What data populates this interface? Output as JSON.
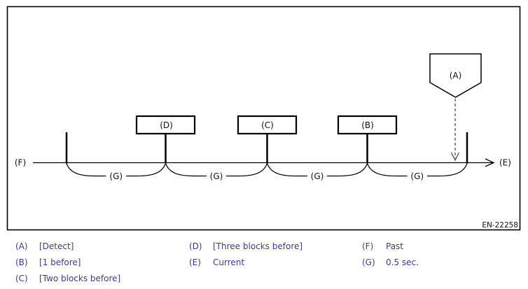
{
  "diagram": {
    "frame_code": "EN-22258",
    "marker_label": "(A)",
    "boxes": [
      {
        "label": "(D)"
      },
      {
        "label": "(C)"
      },
      {
        "label": "(B)"
      }
    ],
    "past_label": "(F)",
    "current_label": "(E)",
    "interval_label": "(G)"
  },
  "legend": {
    "columns": [
      {
        "items": [
          {
            "key": "(A)",
            "text": "[Detect]"
          },
          {
            "key": "(B)",
            "text": "[1 before]"
          },
          {
            "key": "(C)",
            "text": "[Two blocks before]"
          }
        ]
      },
      {
        "items": [
          {
            "key": "(D)",
            "text": "[Three blocks before]"
          },
          {
            "key": "(E)",
            "text": "Current"
          }
        ]
      },
      {
        "items": [
          {
            "key": "(F)",
            "text": "Past"
          },
          {
            "key": "(G)",
            "text": "0.5 sec."
          }
        ]
      }
    ]
  },
  "colors": {
    "legend_text": "#3D3D8F",
    "line": "#000000"
  }
}
